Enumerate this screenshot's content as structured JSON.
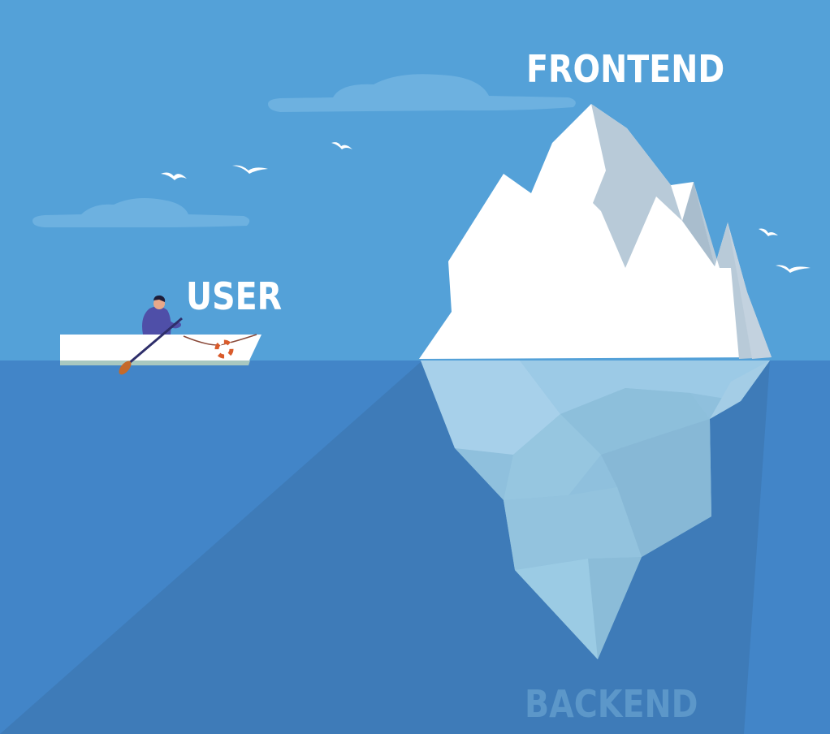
{
  "labels": {
    "frontend": "FRONTEND",
    "user": "USER",
    "backend": "BACKEND"
  },
  "colors": {
    "sky": "#54a1d8",
    "water": "#4285c8",
    "water_shadow": "#3e7bb8",
    "cloud": "#6db1e0",
    "ice_light": "#ffffff",
    "ice_shade": "#b8c9d8",
    "ice_underwater": "#9cc7e2",
    "boat": "#ffffff",
    "person_shirt": "#4f4fa8",
    "label_above": "#ffffff",
    "label_below": "#5c97c9"
  },
  "icons": {
    "cloud": "cloud-icon",
    "bird": "seagull-icon",
    "boat": "rowboat-icon",
    "lifebuoy": "lifebuoy-icon"
  }
}
